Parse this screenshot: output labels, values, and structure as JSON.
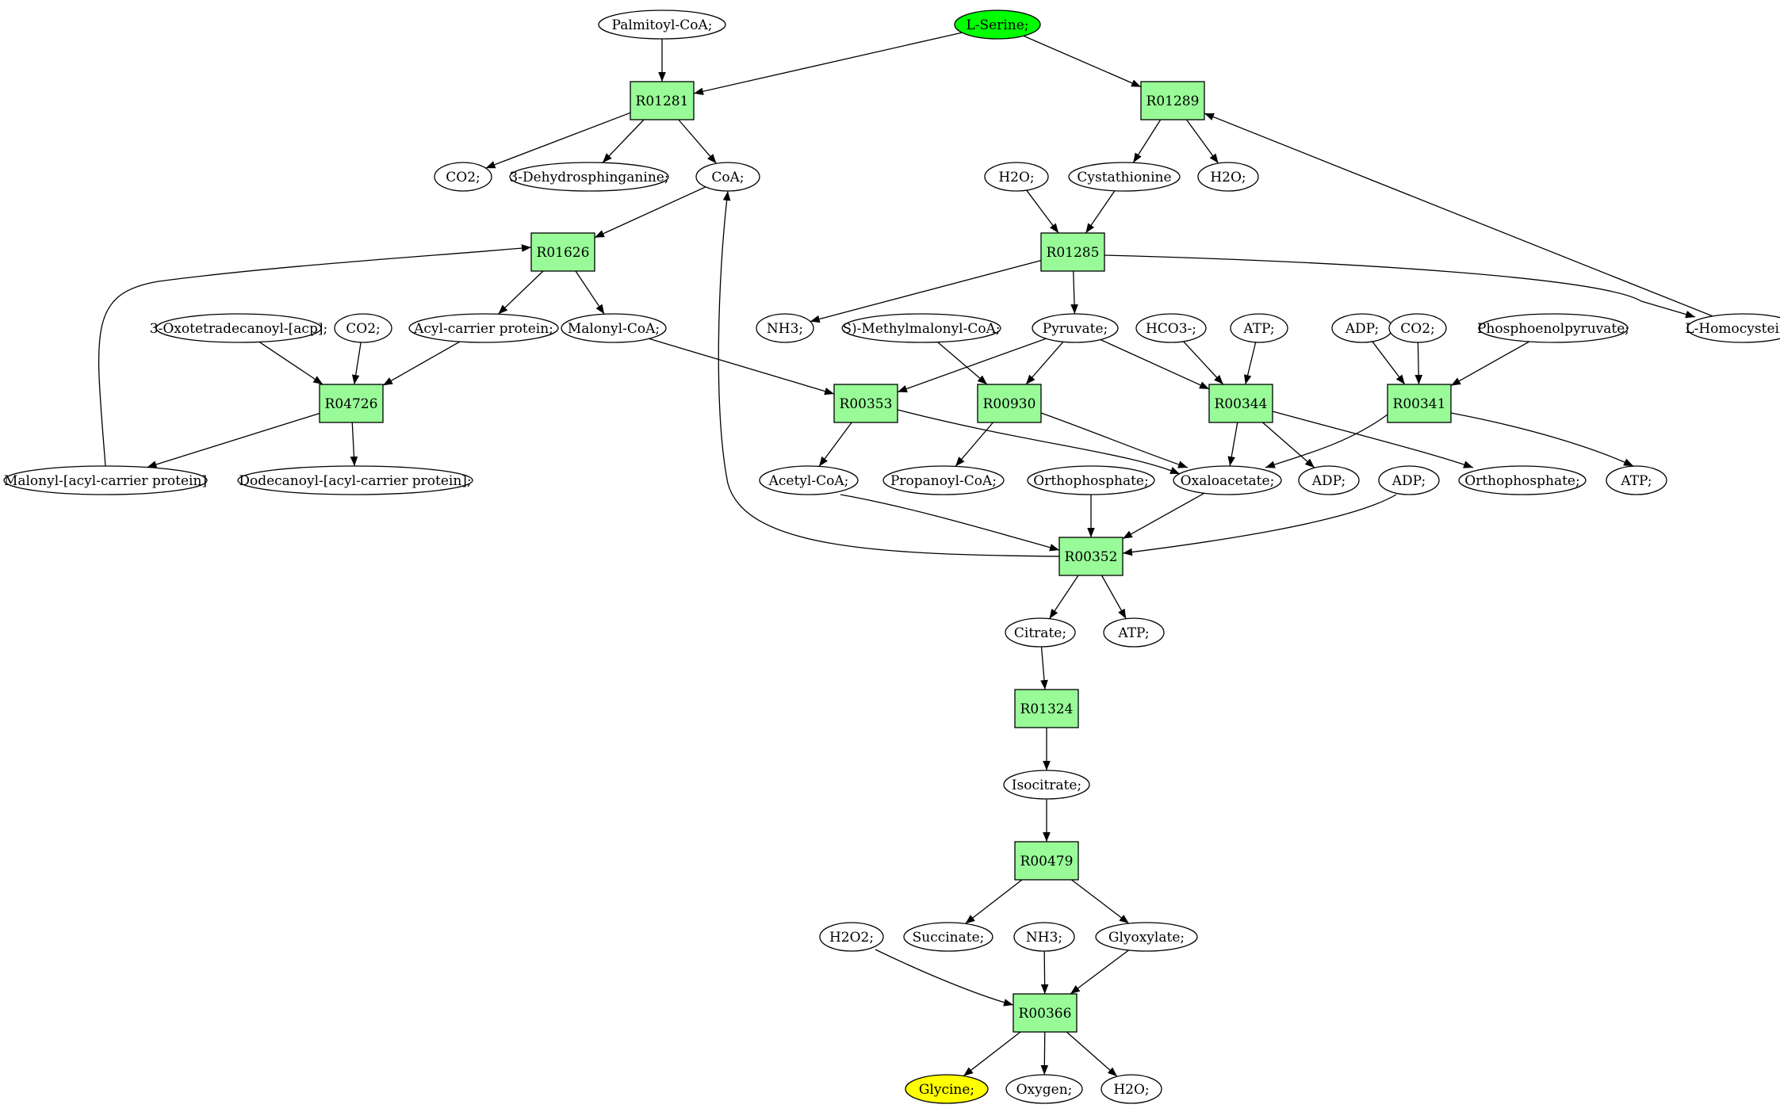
{
  "colors": {
    "reaction_fill": "#98fb98",
    "compound_fill": "#ffffff",
    "source_fill": "#00ff00",
    "target_fill": "#ffff00",
    "stroke": "#000000"
  },
  "nodes": [
    {
      "id": "palmitoyl_coa",
      "label": "Palmitoyl-CoA;",
      "kind": "compound"
    },
    {
      "id": "l_serine",
      "label": "L-Serine;",
      "kind": "source"
    },
    {
      "id": "R01281",
      "label": "R01281",
      "kind": "reaction"
    },
    {
      "id": "R01289",
      "label": "R01289",
      "kind": "reaction"
    },
    {
      "id": "co2_a",
      "label": "CO2;",
      "kind": "compound"
    },
    {
      "id": "dehydrosph",
      "label": "3-Dehydrosphinganine;",
      "kind": "compound"
    },
    {
      "id": "coa",
      "label": "CoA;",
      "kind": "compound"
    },
    {
      "id": "h2o_a",
      "label": "H2O;",
      "kind": "compound"
    },
    {
      "id": "cystathionine",
      "label": "Cystathionine",
      "kind": "compound"
    },
    {
      "id": "h2o_b",
      "label": "H2O;",
      "kind": "compound"
    },
    {
      "id": "R01626",
      "label": "R01626",
      "kind": "reaction"
    },
    {
      "id": "R01285",
      "label": "R01285",
      "kind": "reaction"
    },
    {
      "id": "oxotetra",
      "label": "3-Oxotetradecanoyl-[acp];",
      "kind": "compound"
    },
    {
      "id": "co2_b",
      "label": "CO2;",
      "kind": "compound"
    },
    {
      "id": "acp",
      "label": "Acyl-carrier protein;",
      "kind": "compound"
    },
    {
      "id": "malonyl_coa",
      "label": "Malonyl-CoA;",
      "kind": "compound"
    },
    {
      "id": "nh3_a",
      "label": "NH3;",
      "kind": "compound"
    },
    {
      "id": "methylmalonyl",
      "label": "S)-Methylmalonyl-CoA;",
      "kind": "compound"
    },
    {
      "id": "pyruvate",
      "label": "Pyruvate;",
      "kind": "compound"
    },
    {
      "id": "hco3",
      "label": "HCO3-;",
      "kind": "compound"
    },
    {
      "id": "atp_a",
      "label": "ATP;",
      "kind": "compound"
    },
    {
      "id": "adp_a",
      "label": "ADP;",
      "kind": "compound"
    },
    {
      "id": "co2_c",
      "label": "CO2;",
      "kind": "compound"
    },
    {
      "id": "pep",
      "label": "Phosphoenolpyruvate;",
      "kind": "compound"
    },
    {
      "id": "l_homocys",
      "label": "L-Homocysteine;",
      "kind": "compound"
    },
    {
      "id": "R04726",
      "label": "R04726",
      "kind": "reaction"
    },
    {
      "id": "R00353",
      "label": "R00353",
      "kind": "reaction"
    },
    {
      "id": "R00930",
      "label": "R00930",
      "kind": "reaction"
    },
    {
      "id": "R00344",
      "label": "R00344",
      "kind": "reaction"
    },
    {
      "id": "R00341",
      "label": "R00341",
      "kind": "reaction"
    },
    {
      "id": "malonyl_acp",
      "label": "Malonyl-[acyl-carrier protein]",
      "kind": "compound"
    },
    {
      "id": "dodecanoyl",
      "label": "Dodecanoyl-[acyl-carrier protein];",
      "kind": "compound"
    },
    {
      "id": "acetyl_coa",
      "label": "Acetyl-CoA;",
      "kind": "compound"
    },
    {
      "id": "propanoyl",
      "label": "Propanoyl-CoA;",
      "kind": "compound"
    },
    {
      "id": "ortho_a",
      "label": "Orthophosphate;",
      "kind": "compound"
    },
    {
      "id": "oxaloacetate",
      "label": "Oxaloacetate;",
      "kind": "compound"
    },
    {
      "id": "adp_b",
      "label": "ADP;",
      "kind": "compound"
    },
    {
      "id": "adp_c",
      "label": "ADP;",
      "kind": "compound"
    },
    {
      "id": "ortho_b",
      "label": "Orthophosphate;",
      "kind": "compound"
    },
    {
      "id": "atp_b",
      "label": "ATP;",
      "kind": "compound"
    },
    {
      "id": "R00352",
      "label": "R00352",
      "kind": "reaction"
    },
    {
      "id": "citrate",
      "label": "Citrate;",
      "kind": "compound"
    },
    {
      "id": "atp_c",
      "label": "ATP;",
      "kind": "compound"
    },
    {
      "id": "R01324",
      "label": "R01324",
      "kind": "reaction"
    },
    {
      "id": "isocitrate",
      "label": "Isocitrate;",
      "kind": "compound"
    },
    {
      "id": "R00479",
      "label": "R00479",
      "kind": "reaction"
    },
    {
      "id": "h2o2",
      "label": "H2O2;",
      "kind": "compound"
    },
    {
      "id": "succinate",
      "label": "Succinate;",
      "kind": "compound"
    },
    {
      "id": "nh3_b",
      "label": "NH3;",
      "kind": "compound"
    },
    {
      "id": "glyoxylate",
      "label": "Glyoxylate;",
      "kind": "compound"
    },
    {
      "id": "R00366",
      "label": "R00366",
      "kind": "reaction"
    },
    {
      "id": "glycine",
      "label": "Glycine;",
      "kind": "target"
    },
    {
      "id": "oxygen",
      "label": "Oxygen;",
      "kind": "compound"
    },
    {
      "id": "h2o_c",
      "label": "H2O;",
      "kind": "compound"
    }
  ],
  "edges": [
    {
      "from": "palmitoyl_coa",
      "to": "R01281"
    },
    {
      "from": "l_serine",
      "to": "R01281"
    },
    {
      "from": "l_serine",
      "to": "R01289"
    },
    {
      "from": "R01281",
      "to": "co2_a"
    },
    {
      "from": "R01281",
      "to": "dehydrosph"
    },
    {
      "from": "R01281",
      "to": "coa"
    },
    {
      "from": "R01289",
      "to": "cystathionine"
    },
    {
      "from": "R01289",
      "to": "h2o_b"
    },
    {
      "from": "coa",
      "to": "R01626"
    },
    {
      "from": "h2o_a",
      "to": "R01285"
    },
    {
      "from": "cystathionine",
      "to": "R01285"
    },
    {
      "from": "R01626",
      "to": "acp"
    },
    {
      "from": "R01626",
      "to": "malonyl_coa"
    },
    {
      "from": "R01285",
      "to": "nh3_a"
    },
    {
      "from": "R01285",
      "to": "pyruvate"
    },
    {
      "from": "R01285",
      "to": "l_homocys"
    },
    {
      "from": "l_homocys",
      "to": "R01289"
    },
    {
      "from": "oxotetra",
      "to": "R04726"
    },
    {
      "from": "co2_b",
      "to": "R04726"
    },
    {
      "from": "acp",
      "to": "R04726"
    },
    {
      "from": "malonyl_coa",
      "to": "R00353"
    },
    {
      "from": "pyruvate",
      "to": "R00353"
    },
    {
      "from": "methylmalonyl",
      "to": "R00930"
    },
    {
      "from": "pyruvate",
      "to": "R00930"
    },
    {
      "from": "pyruvate",
      "to": "R00344"
    },
    {
      "from": "hco3",
      "to": "R00344"
    },
    {
      "from": "atp_a",
      "to": "R00344"
    },
    {
      "from": "adp_a",
      "to": "R00341"
    },
    {
      "from": "co2_c",
      "to": "R00341"
    },
    {
      "from": "pep",
      "to": "R00341"
    },
    {
      "from": "R04726",
      "to": "malonyl_acp"
    },
    {
      "from": "R04726",
      "to": "dodecanoyl"
    },
    {
      "from": "malonyl_acp",
      "to": "R01626"
    },
    {
      "from": "R00353",
      "to": "acetyl_coa"
    },
    {
      "from": "R00353",
      "to": "oxaloacetate"
    },
    {
      "from": "R00930",
      "to": "propanoyl"
    },
    {
      "from": "R00930",
      "to": "oxaloacetate"
    },
    {
      "from": "R00344",
      "to": "oxaloacetate"
    },
    {
      "from": "R00344",
      "to": "adp_b"
    },
    {
      "from": "R00344",
      "to": "ortho_b"
    },
    {
      "from": "R00341",
      "to": "oxaloacetate"
    },
    {
      "from": "R00341",
      "to": "atp_b"
    },
    {
      "from": "acetyl_coa",
      "to": "R00352"
    },
    {
      "from": "ortho_a",
      "to": "R00352"
    },
    {
      "from": "oxaloacetate",
      "to": "R00352"
    },
    {
      "from": "adp_c",
      "to": "R00352"
    },
    {
      "from": "R00352",
      "to": "coa"
    },
    {
      "from": "R00352",
      "to": "citrate"
    },
    {
      "from": "R00352",
      "to": "atp_c"
    },
    {
      "from": "citrate",
      "to": "R01324"
    },
    {
      "from": "R01324",
      "to": "isocitrate"
    },
    {
      "from": "isocitrate",
      "to": "R00479"
    },
    {
      "from": "R00479",
      "to": "succinate"
    },
    {
      "from": "R00479",
      "to": "glyoxylate"
    },
    {
      "from": "h2o2",
      "to": "R00366"
    },
    {
      "from": "nh3_b",
      "to": "R00366"
    },
    {
      "from": "glyoxylate",
      "to": "R00366"
    },
    {
      "from": "R00366",
      "to": "glycine"
    },
    {
      "from": "R00366",
      "to": "oxygen"
    },
    {
      "from": "R00366",
      "to": "h2o_c"
    }
  ]
}
